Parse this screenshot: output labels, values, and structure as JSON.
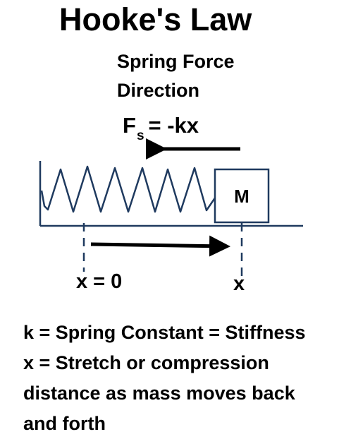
{
  "title": "Hooke's Law",
  "subtitle": {
    "line1": "Spring Force",
    "line2": "Direction"
  },
  "formula": {
    "main": "F",
    "subscript": "s",
    "rest": "= -kx"
  },
  "diagram": {
    "mass_label": "M",
    "origin_label": "x = 0",
    "position_label": "x"
  },
  "definitions": {
    "line1": "k = Spring Constant = Stiffness",
    "line2": "x = Stretch or compression",
    "line3": "distance as mass moves back",
    "line4": "and forth"
  }
}
